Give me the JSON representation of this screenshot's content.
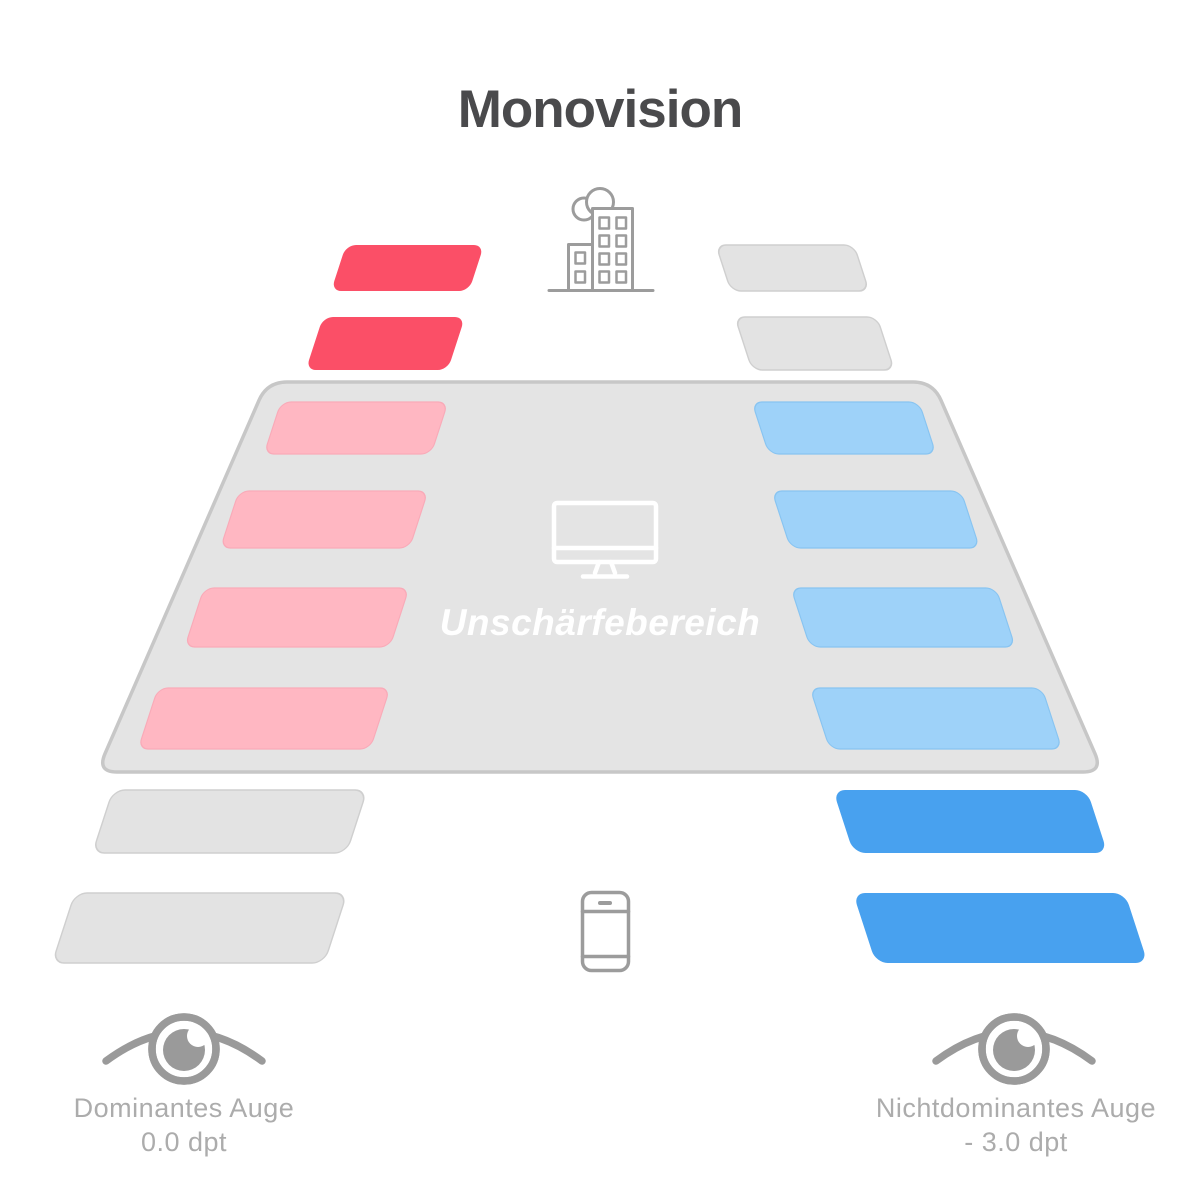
{
  "title": "Monovision",
  "blur_zone_label": "Unschärfebereich",
  "eyes": {
    "left": {
      "name": "Dominantes Auge",
      "diopter": "0.0 dpt"
    },
    "right": {
      "name": "Nichtdominantes Auge",
      "diopter": "- 3.0 dpt"
    }
  },
  "icons": {
    "far": "city-buildings-icon",
    "intermediate": "desktop-monitor-icon",
    "near": "smartphone-icon",
    "left_eye": "eye-icon",
    "right_eye": "eye-icon"
  },
  "vision_bars": {
    "left_eye_column": [
      "sharp_far_red",
      "sharp_far_red",
      "blurred_pink",
      "blurred_pink",
      "blurred_pink",
      "blurred_pink",
      "unsharp_gray",
      "unsharp_gray"
    ],
    "right_eye_column": [
      "unsharp_gray",
      "unsharp_gray",
      "blurred_light_blue",
      "blurred_light_blue",
      "blurred_light_blue",
      "blurred_light_blue",
      "sharp_near_blue",
      "sharp_near_blue"
    ]
  },
  "colors": {
    "title_text": "#4A4A4C",
    "label_text": "#ACACAC",
    "white": "#FFFFFF",
    "blur_zone_fill": "#E4E4E4",
    "blur_zone_border": "#C7C7C7",
    "sharp_far_red": "#FB4F67",
    "blurred_pink": "#FFB7C2",
    "blurred_pink_border": "#F9AAB8",
    "blurred_light_blue": "#9ED2F9",
    "blurred_light_blue_border": "#88C4F1",
    "sharp_near_blue": "#48A1EF",
    "unsharp_gray": "#E3E3E3",
    "gray_border": "#CFCFCF",
    "icon_gray": "#9C9C9C",
    "eye_gray": "#9A9A9A"
  }
}
